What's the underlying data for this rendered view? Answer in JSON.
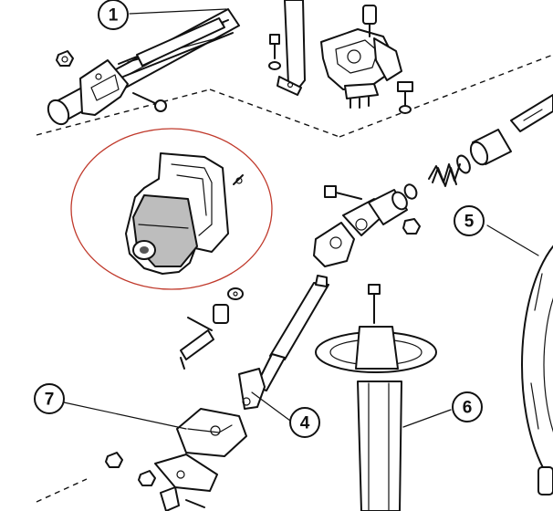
{
  "callouts": [
    {
      "id": "1",
      "label": "1"
    },
    {
      "id": "4",
      "label": "4"
    },
    {
      "id": "5",
      "label": "5"
    },
    {
      "id": "6",
      "label": "6"
    },
    {
      "id": "7",
      "label": "7"
    }
  ],
  "highlight": {
    "color": "#c0392b"
  }
}
